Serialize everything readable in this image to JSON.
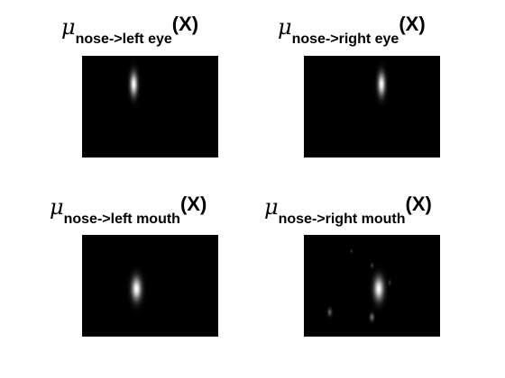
{
  "chart_data": [
    {
      "type": "heatmap",
      "title": {
        "symbol": "μ",
        "subscript": "nose->left eye",
        "argument": "(X)"
      },
      "colormap": "gray",
      "background_value": 0,
      "blobs": [
        {
          "x": 0.38,
          "y": 0.28,
          "sx": 0.018,
          "sy": 0.075,
          "intensity": 1.0
        }
      ]
    },
    {
      "type": "heatmap",
      "title": {
        "symbol": "μ",
        "subscript": "nose->right eye",
        "argument": "(X)"
      },
      "colormap": "gray",
      "background_value": 0,
      "blobs": [
        {
          "x": 0.57,
          "y": 0.28,
          "sx": 0.018,
          "sy": 0.075,
          "intensity": 1.0
        }
      ]
    },
    {
      "type": "heatmap",
      "title": {
        "symbol": "μ",
        "subscript": "nose->left mouth",
        "argument": "(X)"
      },
      "colormap": "gray",
      "background_value": 0,
      "blobs": [
        {
          "x": 0.4,
          "y": 0.53,
          "sx": 0.024,
          "sy": 0.075,
          "intensity": 1.0
        }
      ]
    },
    {
      "type": "heatmap",
      "title": {
        "symbol": "μ",
        "subscript": "nose->right mouth",
        "argument": "(X)"
      },
      "colormap": "gray",
      "background_value": 0,
      "blobs": [
        {
          "x": 0.55,
          "y": 0.53,
          "sx": 0.024,
          "sy": 0.075,
          "intensity": 1.0
        },
        {
          "x": 0.5,
          "y": 0.81,
          "sx": 0.01,
          "sy": 0.025,
          "intensity": 0.45
        },
        {
          "x": 0.19,
          "y": 0.76,
          "sx": 0.01,
          "sy": 0.025,
          "intensity": 0.4
        },
        {
          "x": 0.5,
          "y": 0.3,
          "sx": 0.006,
          "sy": 0.015,
          "intensity": 0.3
        },
        {
          "x": 0.63,
          "y": 0.47,
          "sx": 0.006,
          "sy": 0.015,
          "intensity": 0.25
        },
        {
          "x": 0.35,
          "y": 0.16,
          "sx": 0.005,
          "sy": 0.012,
          "intensity": 0.25
        }
      ]
    }
  ]
}
